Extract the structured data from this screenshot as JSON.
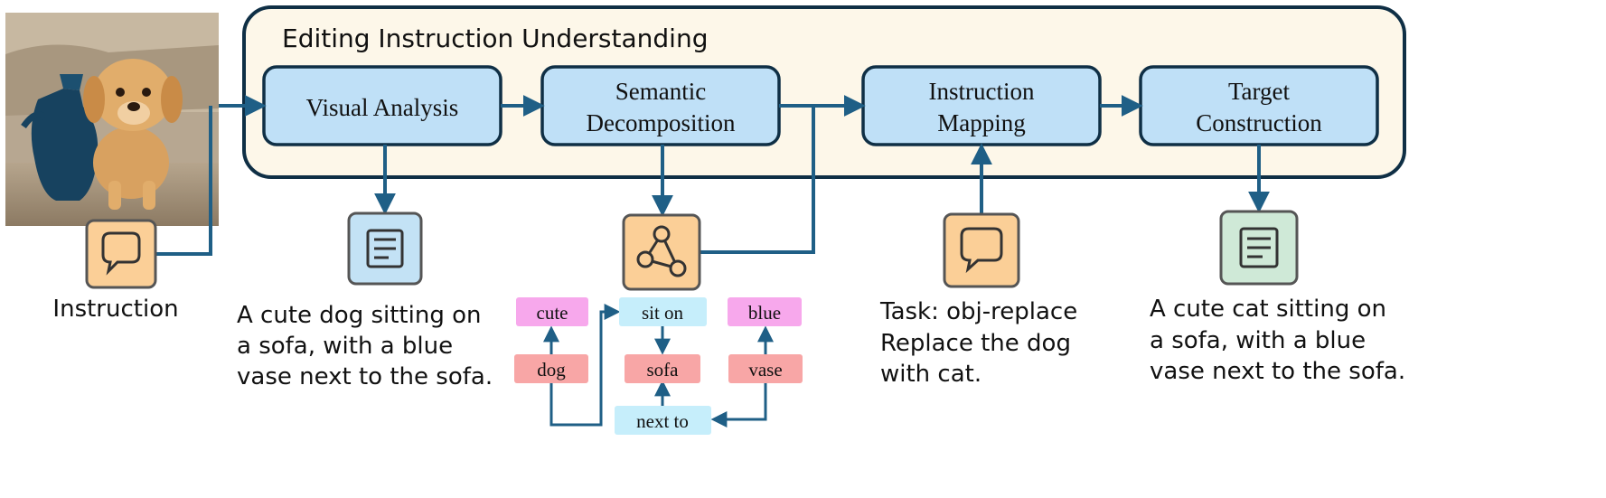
{
  "title": "Editing Instruction Understanding",
  "stages": [
    {
      "line1": "Visual Analysis",
      "line2": ""
    },
    {
      "line1": "Semantic",
      "line2": "Decomposition"
    },
    {
      "line1": "Instruction",
      "line2": "Mapping"
    },
    {
      "line1": "Target",
      "line2": "Construction"
    }
  ],
  "instruction_label": "Instruction",
  "caption_input": {
    "line1": "A cute dog sitting on",
    "line2": "a sofa, with a blue",
    "line3": "vase next to the sofa."
  },
  "task": {
    "line1": "Task: obj-replace",
    "line2": "Replace the dog",
    "line3": "with cat."
  },
  "caption_output": {
    "line1": "A cute cat sitting on",
    "line2": "a sofa, with a blue",
    "line3": "vase next to the sofa."
  },
  "graph_nodes": {
    "cute": "cute",
    "sit_on": "sit on",
    "blue": "blue",
    "dog": "dog",
    "sofa": "sofa",
    "vase": "vase",
    "next_to": "next to"
  },
  "icons": {
    "input_image": "dog-on-sofa-photo",
    "instruction": "speech-bubble-icon",
    "caption": "document-icon",
    "graph": "graph-nodes-icon",
    "task": "speech-bubble-icon",
    "output_caption": "document-icon"
  },
  "colors": {
    "arrow": "#1f5f86",
    "panel_fill": "#fdf7e9",
    "panel_stroke": "#0f2f45",
    "stage_fill": "#bfe0f7",
    "orange_fill": "#fbcf97",
    "blue_icon_fill": "#c3e2f5",
    "green_icon_fill": "#cfe9d7",
    "pink_node": "#f7a8ec",
    "red_node": "#f8a6a6",
    "cyan_node": "#c6eefb"
  }
}
